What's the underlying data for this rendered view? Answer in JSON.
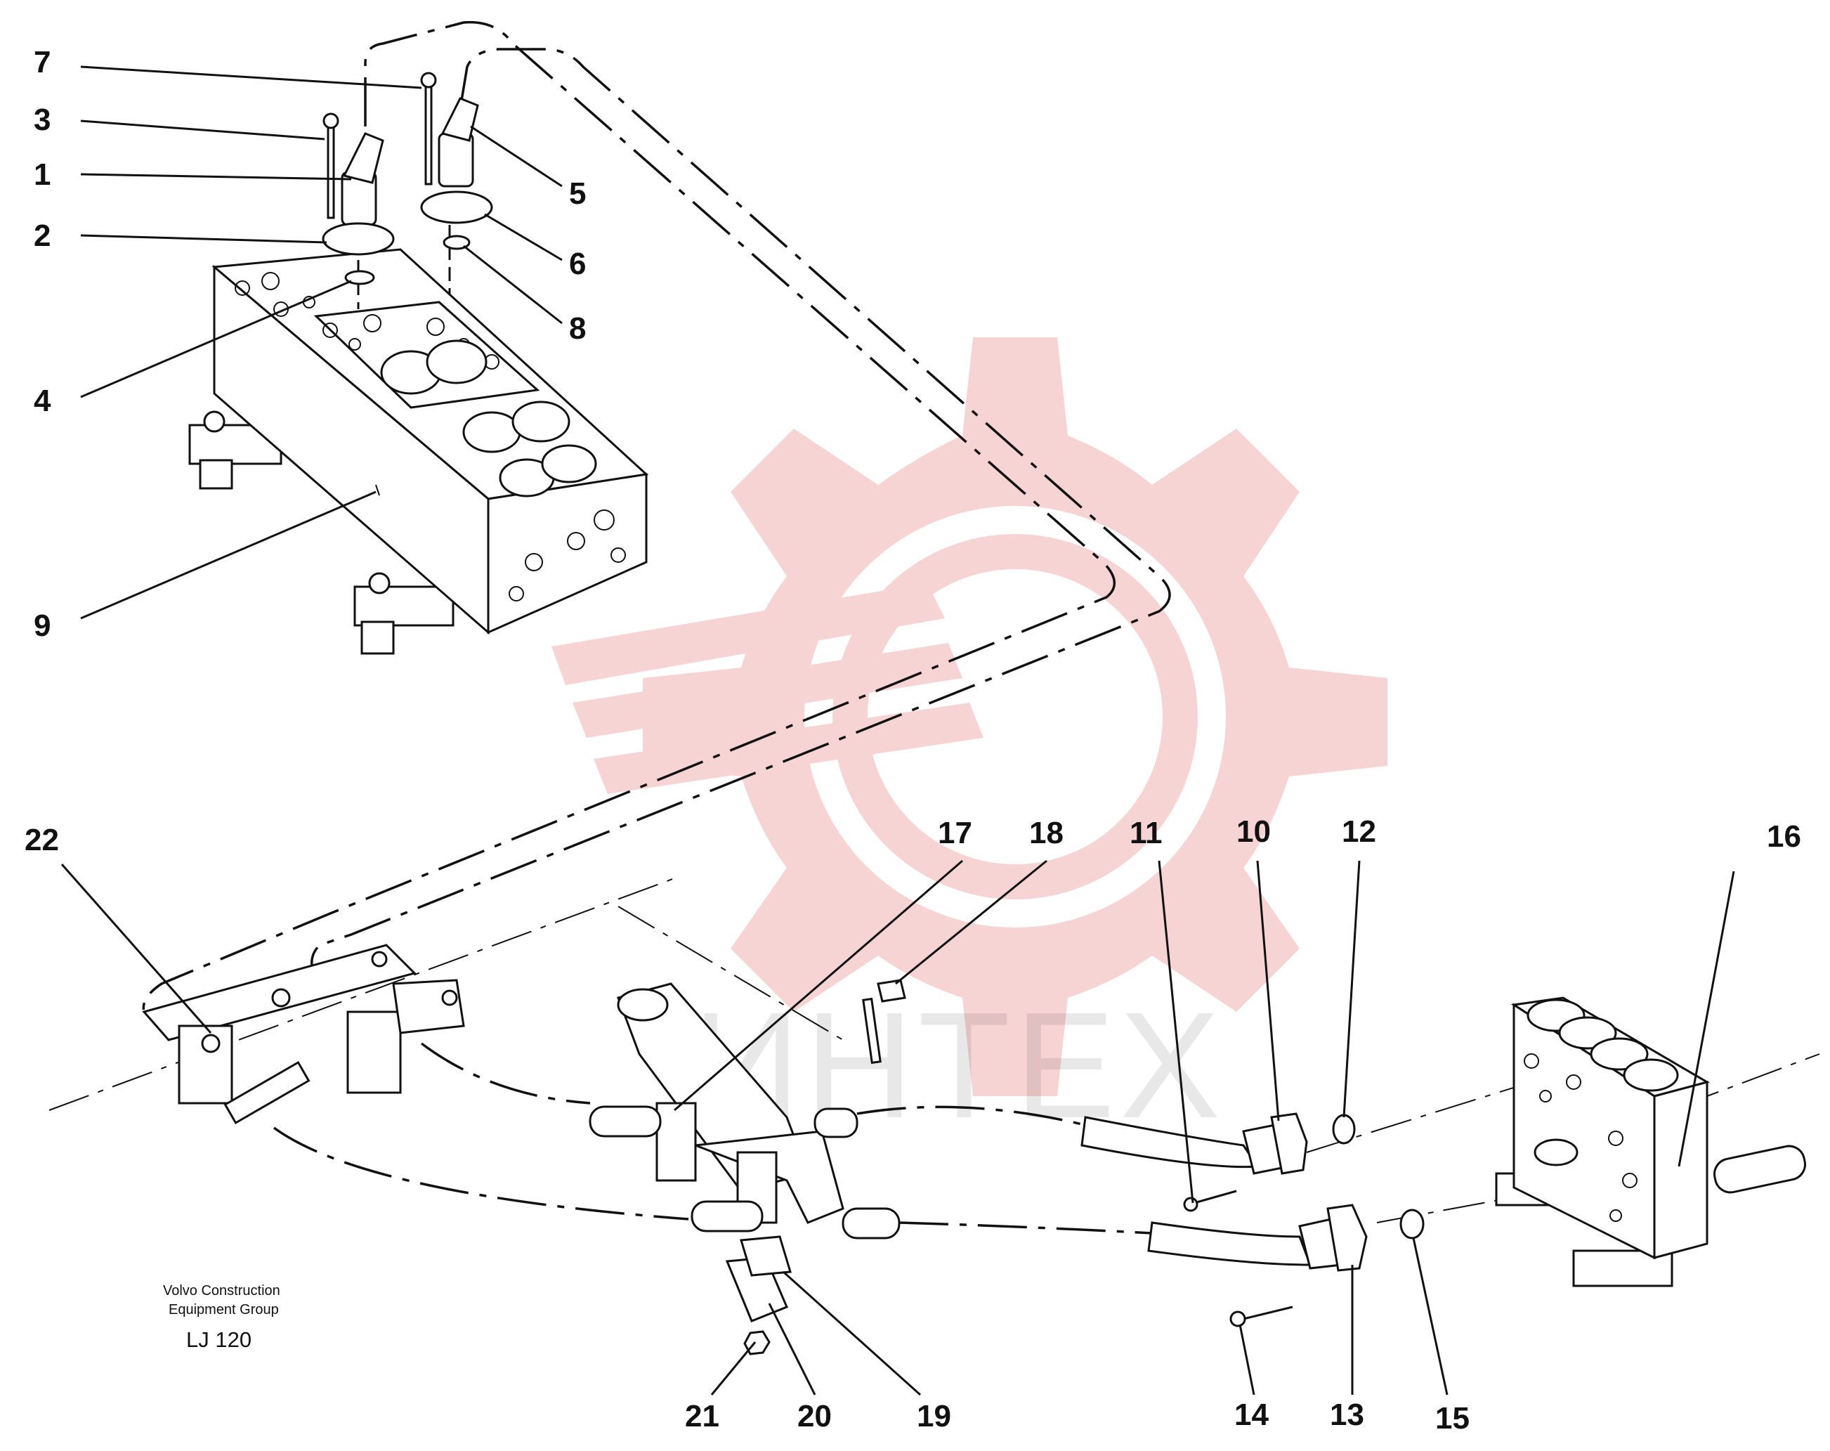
{
  "diagram": {
    "callouts": [
      {
        "id": "1",
        "label": "1"
      },
      {
        "id": "2",
        "label": "2"
      },
      {
        "id": "3",
        "label": "3"
      },
      {
        "id": "4",
        "label": "4"
      },
      {
        "id": "5",
        "label": "5"
      },
      {
        "id": "6",
        "label": "6"
      },
      {
        "id": "7",
        "label": "7"
      },
      {
        "id": "8",
        "label": "8"
      },
      {
        "id": "9",
        "label": "9"
      },
      {
        "id": "10",
        "label": "10"
      },
      {
        "id": "11",
        "label": "11"
      },
      {
        "id": "12",
        "label": "12"
      },
      {
        "id": "13",
        "label": "13"
      },
      {
        "id": "14",
        "label": "14"
      },
      {
        "id": "15",
        "label": "15"
      },
      {
        "id": "16",
        "label": "16"
      },
      {
        "id": "17",
        "label": "17"
      },
      {
        "id": "18",
        "label": "18"
      },
      {
        "id": "19",
        "label": "19"
      },
      {
        "id": "20",
        "label": "20"
      },
      {
        "id": "21",
        "label": "21"
      },
      {
        "id": "22",
        "label": "22"
      }
    ],
    "credit_line1": "Volvo Construction",
    "credit_line2": "Equipment Group",
    "drawing_code": "LJ 120",
    "watermark_text": "ИНТЕХ",
    "watermark_color": "#f4c6c6"
  }
}
